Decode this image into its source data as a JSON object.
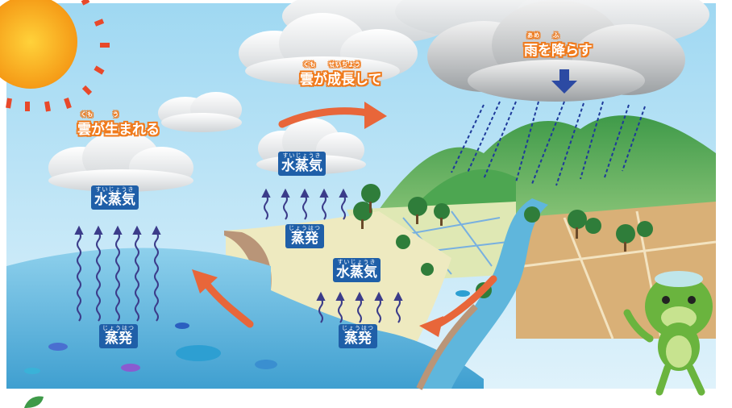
{
  "labels": {
    "cloud_born": {
      "ruby": "くも　　　う",
      "text": "雲が生まれる"
    },
    "cloud_grow": {
      "ruby": "くも　　せいちょう",
      "text": "雲が成長して"
    },
    "rain": {
      "ruby": "あめ　　ふ",
      "text": "雨を降らす"
    }
  },
  "boxes": {
    "vapor_left": {
      "ruby": "すいじょうき",
      "text": "水蒸気"
    },
    "vapor_center": {
      "ruby": "すいじょうき",
      "text": "水蒸気"
    },
    "vapor_right": {
      "ruby": "すいじょうき",
      "text": "水蒸気"
    },
    "evap_left": {
      "ruby": "じょうはつ",
      "text": "蒸発"
    },
    "evap_center": {
      "ruby": "じょうはつ",
      "text": "蒸発"
    },
    "evap_right": {
      "ruby": "じょうはつ",
      "text": "蒸発"
    }
  },
  "colors": {
    "sky": "#bfe6f7",
    "sea": "#5fb6dc",
    "sand": "#eeeac0",
    "mountain": "#63b55a",
    "arrow": "#e8663a",
    "box": "#1f5fa8",
    "label_outline": "#f07a1c"
  }
}
